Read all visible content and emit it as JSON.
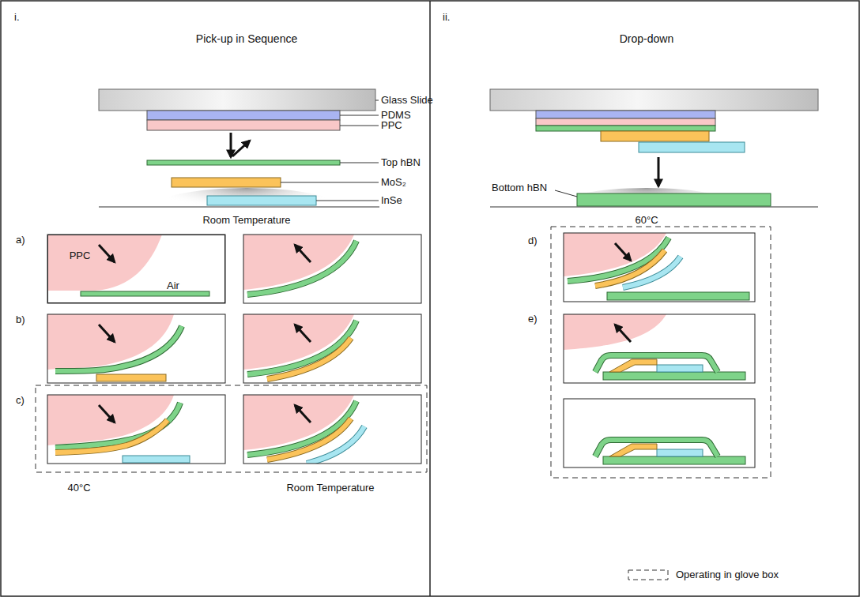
{
  "diagram": {
    "nodes": [
      {
        "text": [
          "i.",
          "Pick-up in Sequence"
        ]
      },
      {
        "text": [
          "ii.",
          "Drop-down"
        ]
      },
      {
        "text": [
          "PPC",
          "Air"
        ],
        "in": 0
      }
    ],
    "labels": [
      "Glass Slide",
      "PDMS",
      "PPC",
      "Top hBN",
      "MoS₂",
      "InSe",
      "Room Temperature",
      "a)",
      "b)",
      "c)",
      "40°C",
      "Room Temperature",
      "Bottom hBN",
      "60°C",
      "d)",
      "e)"
    ],
    "legend": [
      {
        "text": "Operating in glove box"
      }
    ]
  }
}
